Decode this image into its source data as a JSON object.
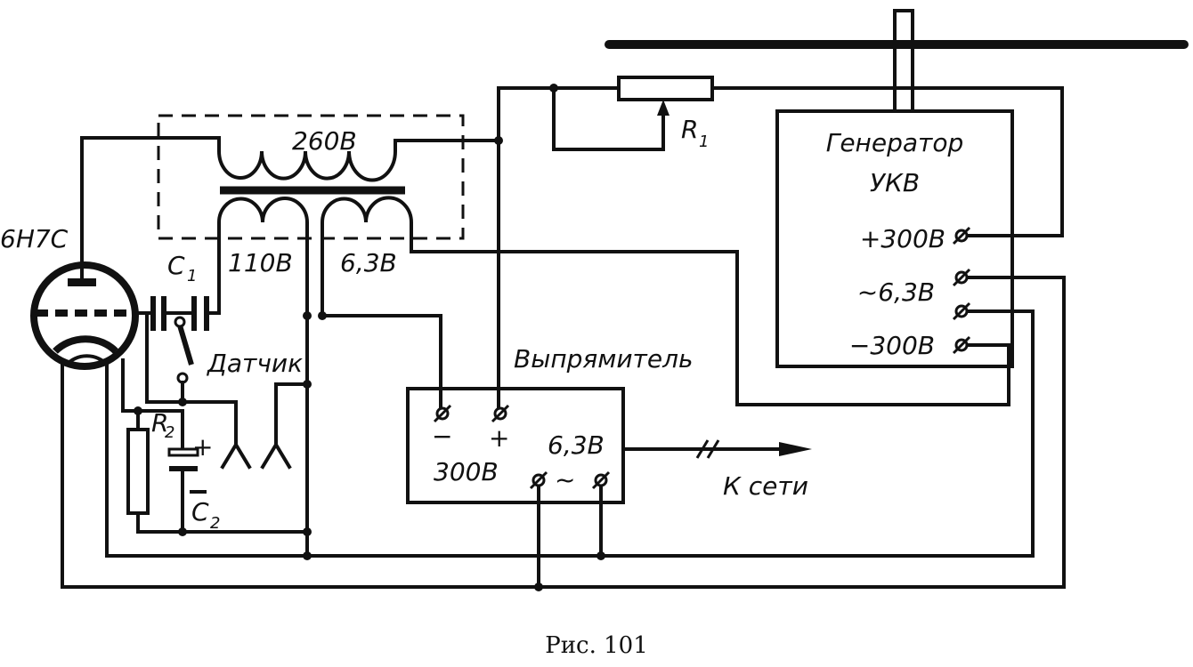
{
  "figure": {
    "caption": "Рис. 101",
    "tube_label": "6Н7С",
    "c1_label": "C",
    "c1_sub": "1",
    "r1_label": "R",
    "r1_sub": "1",
    "r2_label": "R",
    "r2_sub": "2",
    "c2_label": "C",
    "c2_sub": "2",
    "c2_plus": "+",
    "transformer": {
      "primary": "260В",
      "secondary_1": "110В",
      "secondary_2": "6,3В"
    },
    "sensor_label": "Датчик",
    "generator": {
      "title_1": "Генератор",
      "title_2": "УКВ",
      "plus_300": "+300В",
      "ac_63": "~6,3В",
      "minus_300": "−300В"
    },
    "rectifier": {
      "title": "Выпрямитель",
      "minus": "−",
      "plus": "+",
      "dc_300": "300В",
      "ac_63": "6,3В",
      "ac_symbol": "~"
    },
    "mains_label": "К сети"
  }
}
